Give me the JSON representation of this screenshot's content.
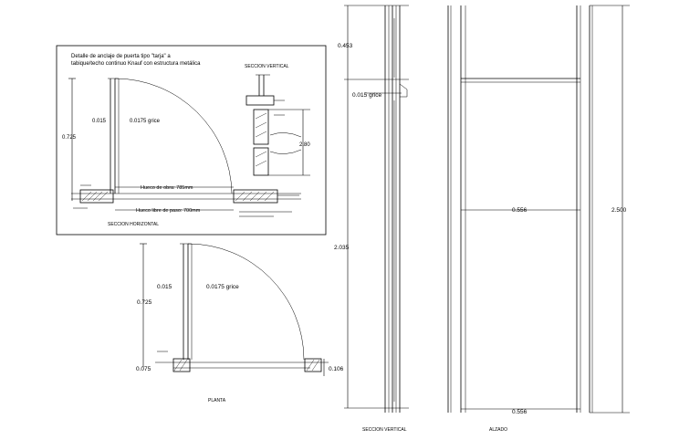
{
  "detail": {
    "title_line1": "Detalle de anclaje de puerta tipo \"tarja\" a",
    "title_line2": "tabique/techo continuo Knauf con estructura metálica",
    "section_vertical_label": "SECCION VERTICAL",
    "section_horizontal_label": "SECCION HORIZONTAL",
    "dim_0015": "0.015",
    "dim_00175": "0.0175 grice",
    "dim_0725": "0.725",
    "dim_280": "2.80",
    "clear_opening": "Hueco de obra: 785mm",
    "free_pass": "Hueco libre de paso: 700mm"
  },
  "plan": {
    "dim_0015": "0.015",
    "dim_00175": "0.0175 grice",
    "dim_0725": "0.725",
    "dim_0075": "0.075",
    "dim_0106": "0.106",
    "label": "PLANTA"
  },
  "section": {
    "dim_0453": "0.453",
    "dim_0015": "0.015 grice",
    "dim_2035": "2.035",
    "label": "SECCION VERTICAL"
  },
  "elevation": {
    "dim_0556_top": "0.556",
    "dim_0556_bottom": "0.556",
    "dim_2500": "2.500",
    "label": "ALZADO"
  }
}
